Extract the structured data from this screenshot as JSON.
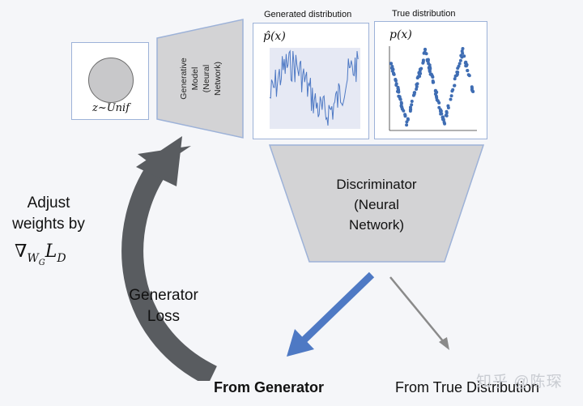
{
  "noise": {
    "label": "z~Unif"
  },
  "generator": {
    "lines": [
      "Generative",
      "Model",
      "(Neural",
      "Network)"
    ]
  },
  "generated_panel": {
    "caption": "Generated distribution",
    "label": "p̂(x)"
  },
  "true_panel": {
    "caption": "True distribution",
    "label": "p(x)"
  },
  "discriminator": {
    "lines": [
      "Discriminator",
      "(Neural",
      "Network)"
    ]
  },
  "adjust": {
    "line1": "Adjust",
    "line2": "weights by",
    "formula_nabla": "∇",
    "formula_sub": "W",
    "formula_subsub": "G",
    "formula_L": "L",
    "formula_D": "D"
  },
  "loss": {
    "line1": "Generator",
    "line2": "Loss"
  },
  "outputs": {
    "from_generator": "From Generator",
    "from_true": "From True Distribution"
  },
  "watermark": "知乎 @陈琛",
  "colors": {
    "accent_blue": "#4e79c4",
    "data_blue": "#3f6db3",
    "gray_shape": "#d3d3d5",
    "arrow_dark": "#595c60",
    "arrow_gray": "#8a8a8a"
  }
}
